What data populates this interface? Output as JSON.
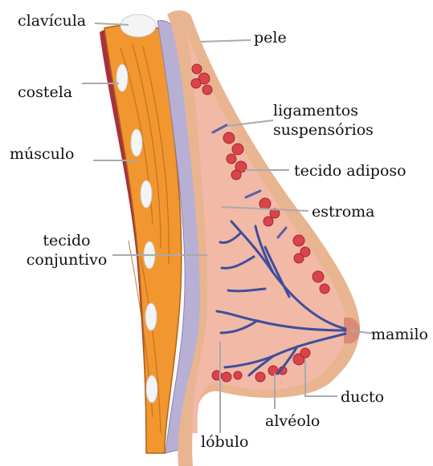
{
  "labels": {
    "clavicula": "clavícula",
    "pele": "pele",
    "costela": "costela",
    "ligamentos_1": "ligamentos",
    "ligamentos_2": "suspensórios",
    "musculo": "músculo",
    "tecido_adiposo": "tecido adiposo",
    "estroma": "estroma",
    "tecido_conjuntivo_1": "tecido",
    "tecido_conjuntivo_2": "conjuntivo",
    "mamilo": "mamilo",
    "ducto": "ducto",
    "alveolo": "alvéolo",
    "lobulo": "lóbulo"
  },
  "colors": {
    "skin_outer": "#e9b490",
    "breast_tissue": "#f2b9a7",
    "fat_lobes": "#d9434a",
    "ducts": "#3d4f9c",
    "muscle": "#f2962f",
    "connective": "#b8b0d4",
    "ribs": "#f4f4f4",
    "chest_wall": "#a8313d",
    "leader_line": "#aaaaaa"
  }
}
